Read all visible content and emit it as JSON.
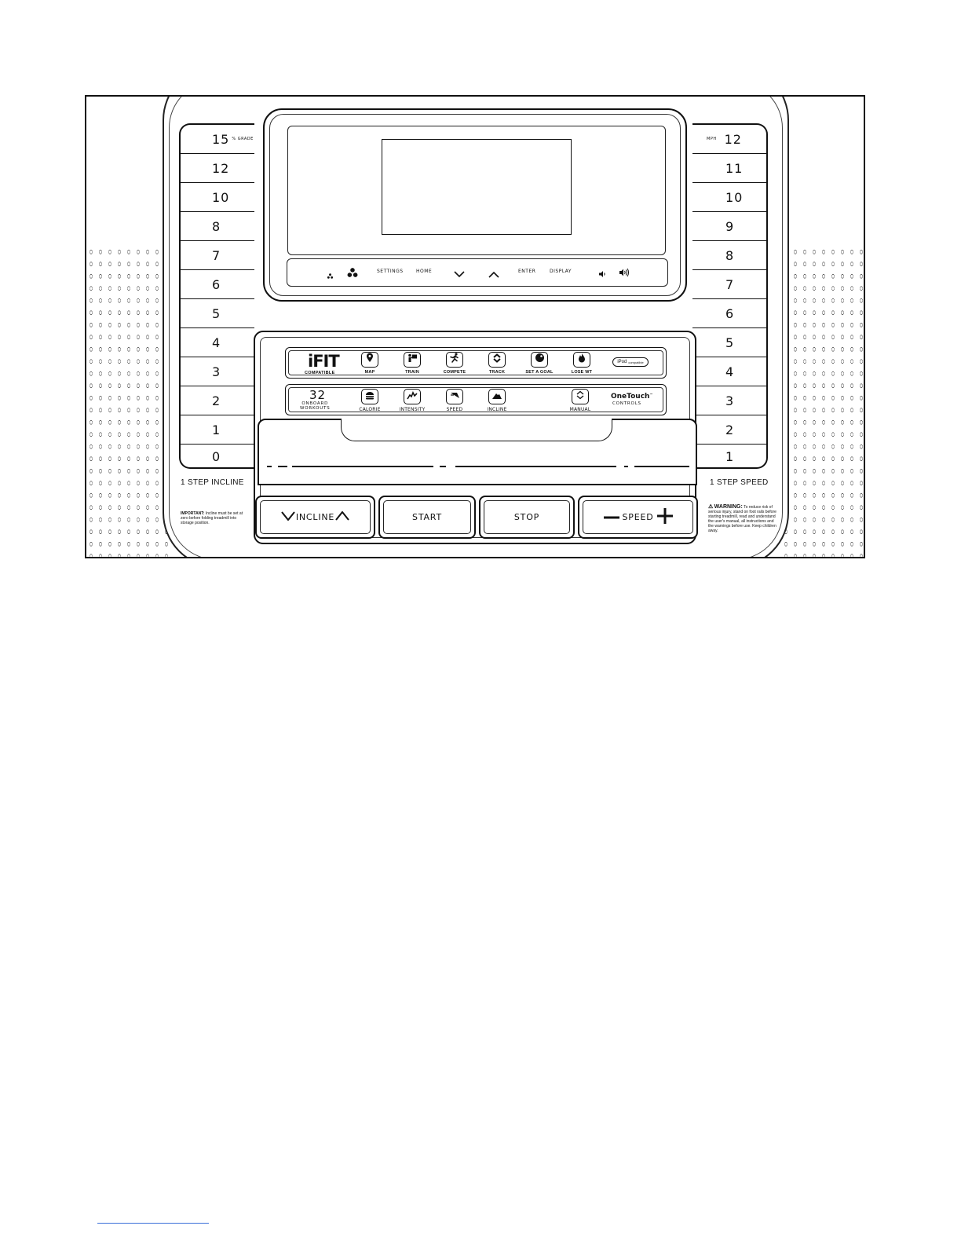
{
  "incline_scale": {
    "values": [
      "15",
      "12",
      "10",
      "8",
      "7",
      "6",
      "5",
      "4",
      "3",
      "2",
      "1",
      "0"
    ],
    "unit": "% GRADE",
    "step_label": "1 STEP INCLINE"
  },
  "speed_scale": {
    "values": [
      "12",
      "11",
      "10",
      "9",
      "8",
      "7",
      "6",
      "5",
      "4",
      "3",
      "2",
      "1"
    ],
    "unit": "MPH",
    "step_label": "1 STEP SPEED"
  },
  "display_nav": {
    "settings": "SETTINGS",
    "home": "HOME",
    "enter": "ENTER",
    "display": "DISPLAY",
    "icons": [
      "fan-low-icon",
      "fan-high-icon",
      "chevron-down-icon",
      "chevron-up-icon",
      "volume-low-icon",
      "volume-high-icon"
    ]
  },
  "ifit_row": {
    "logo": "iFIT",
    "logo_sub": "COMPATIBLE",
    "buttons": [
      {
        "label": "MAP",
        "icon": "map-pin-icon"
      },
      {
        "label": "TRAIN",
        "icon": "train-icon"
      },
      {
        "label": "COMPETE",
        "icon": "runner-icon"
      },
      {
        "label": "TRACK",
        "icon": "track-icon"
      },
      {
        "label": "SET A GOAL",
        "icon": "goal-icon"
      },
      {
        "label": "LOSE WT",
        "icon": "flame-icon"
      }
    ],
    "ipod": "iPod",
    "ipod_sub": "compatible"
  },
  "workout_row": {
    "count": "32",
    "count_sub_1": "ONBOARD",
    "count_sub_2": "WORKOUTS",
    "buttons": [
      {
        "label": "CALORIE",
        "icon": "calorie-icon"
      },
      {
        "label": "INTENSITY",
        "icon": "intensity-icon"
      },
      {
        "label": "SPEED",
        "icon": "speed-icon"
      },
      {
        "label": "INCLINE",
        "icon": "incline-icon"
      },
      {
        "label": "MANUAL",
        "icon": "manual-icon"
      }
    ],
    "onetouch": "OneTouch",
    "onetouch_tm": "™",
    "onetouch_sub": "CONTROLS"
  },
  "bottom_buttons": {
    "incline": "INCLINE",
    "start": "START",
    "stop": "STOP",
    "speed": "SPEED"
  },
  "notes": {
    "important_title": "IMPORTANT:",
    "important_text": "Incline must be set at zero before folding treadmill into storage position.",
    "warning_title": "WARNING:",
    "warning_text": "To reduce risk of serious injury, stand on foot rails before starting treadmill, read and understand the user's manual, all instructions and the warnings before use. Keep children away."
  }
}
